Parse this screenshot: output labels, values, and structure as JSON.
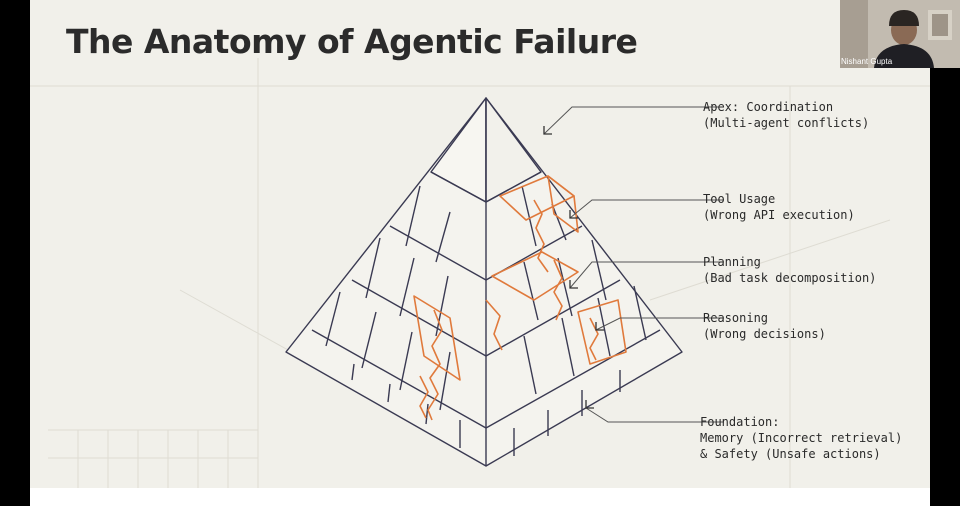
{
  "slide": {
    "title": "The Anatomy of Agentic Failure",
    "labels": {
      "apex": [
        "Apex: Coordination",
        "(Multi-agent conflicts)"
      ],
      "tool": [
        "Tool Usage",
        "(Wrong API execution)"
      ],
      "planning": [
        "Planning",
        "(Bad task decomposition)"
      ],
      "reasoning": [
        "Reasoning",
        "(Wrong decisions)"
      ],
      "foundation": [
        "Foundation:",
        "Memory (Incorrect retrieval)",
        "& Safety (Unsafe actions)"
      ]
    }
  },
  "webcam": {
    "participant_name": "Nishant Gupta"
  },
  "colors": {
    "stroke": "#3a3a52",
    "crack": "#e07a3c",
    "bg": "#f1f0ea"
  },
  "icons": {
    "pointer": "arrow-icon"
  }
}
